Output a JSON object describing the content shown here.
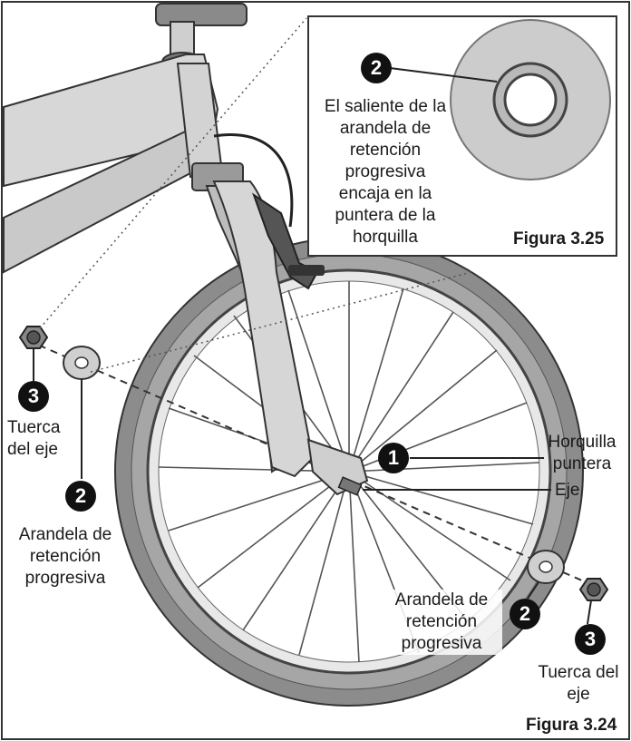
{
  "figure_main": "Figura 3.24",
  "figure_inset": "Figura 3.25",
  "inset_text": [
    "El saliente de la",
    "arandela de",
    "retención",
    "progresiva",
    "encaja en la",
    "puntera de la",
    "horquilla"
  ],
  "callouts": {
    "num_1": "1",
    "num_2": "2",
    "num_3": "3",
    "fork_dropout": [
      "Horquilla",
      "puntera"
    ],
    "axle": "Eje",
    "axle_nut_left": [
      "Tuerca",
      "del eje"
    ],
    "washer_left": [
      "Arandela de",
      "retención",
      "progresiva"
    ],
    "washer_right": [
      "Arandela de",
      "retención",
      "progresiva"
    ],
    "axle_nut_right": [
      "Tuerca del",
      "eje"
    ]
  }
}
